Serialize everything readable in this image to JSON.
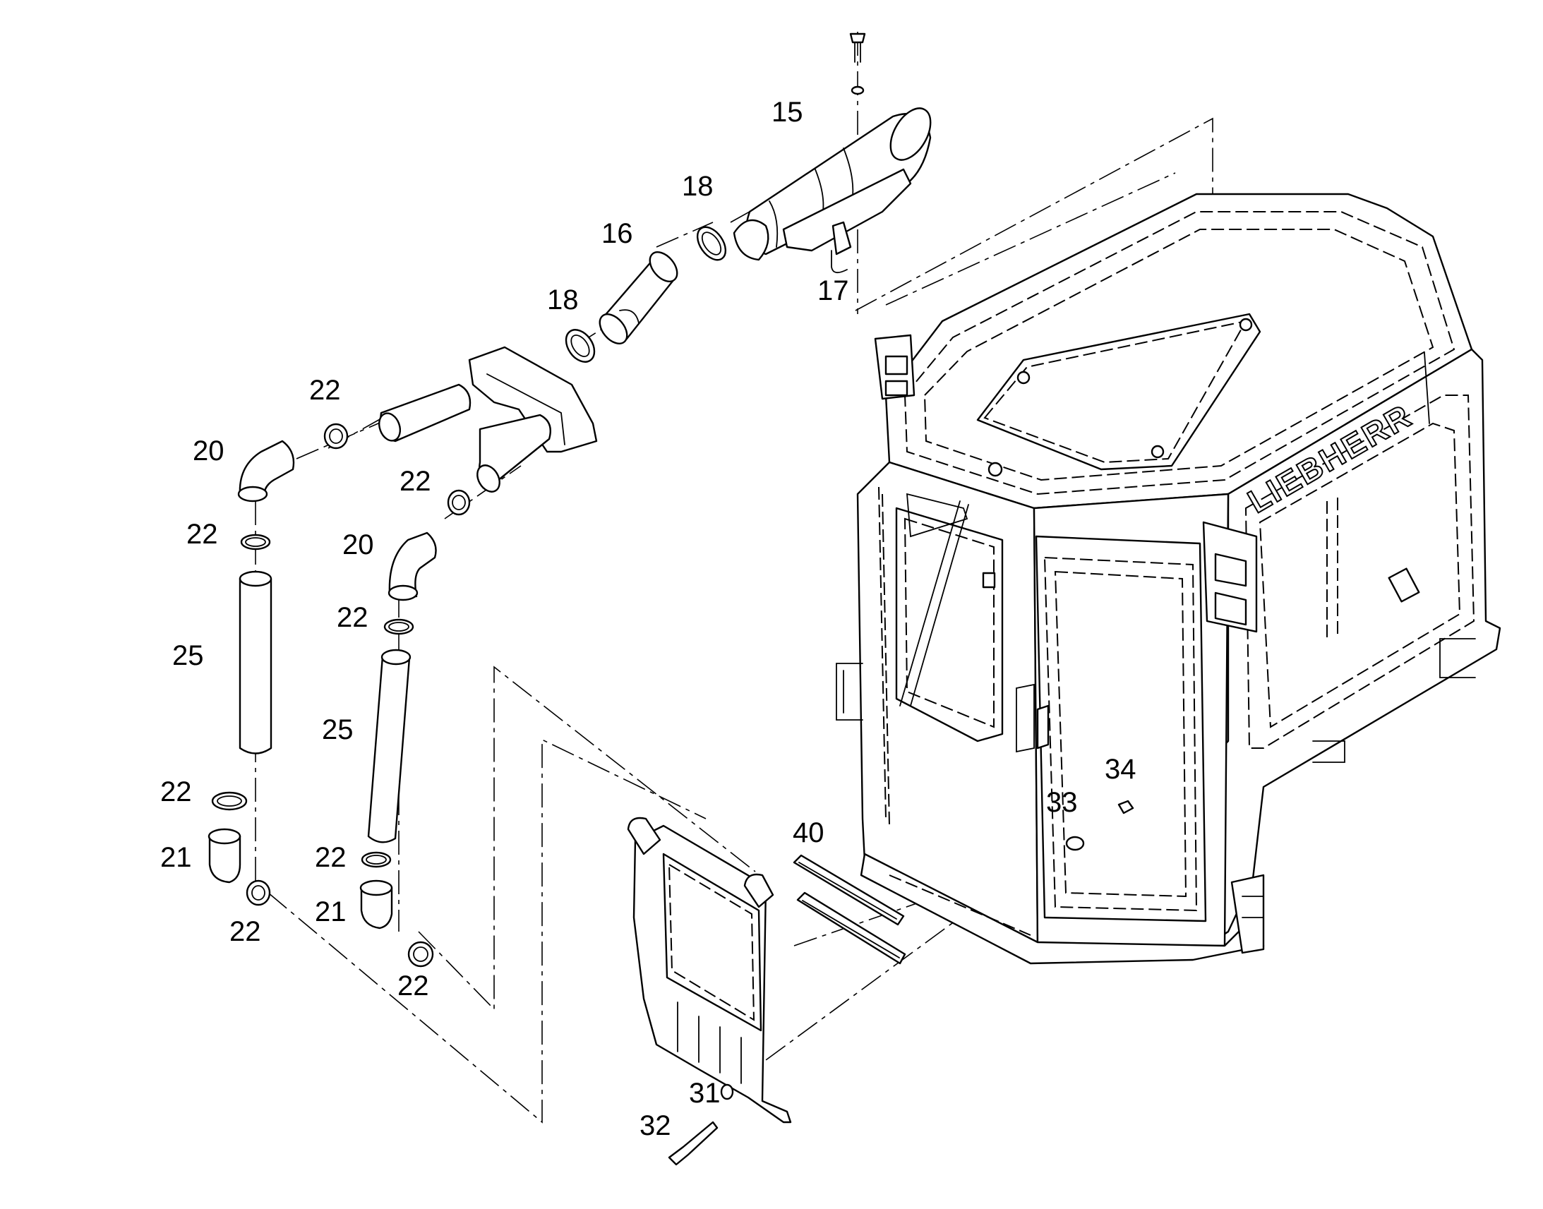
{
  "diagram": {
    "brand_text": "LIEBHERR",
    "callouts": [
      {
        "id": "c15",
        "text": "15"
      },
      {
        "id": "c18a",
        "text": "18"
      },
      {
        "id": "c16",
        "text": "16"
      },
      {
        "id": "c18b",
        "text": "18"
      },
      {
        "id": "c17",
        "text": "17"
      },
      {
        "id": "c22a",
        "text": "22"
      },
      {
        "id": "c20a",
        "text": "20"
      },
      {
        "id": "c22b",
        "text": "22"
      },
      {
        "id": "c22c",
        "text": "22"
      },
      {
        "id": "c20b",
        "text": "20"
      },
      {
        "id": "c22d",
        "text": "22"
      },
      {
        "id": "c25a",
        "text": "25"
      },
      {
        "id": "c25b",
        "text": "25"
      },
      {
        "id": "c22e",
        "text": "22"
      },
      {
        "id": "c21a",
        "text": "21"
      },
      {
        "id": "c22f",
        "text": "22"
      },
      {
        "id": "c22g",
        "text": "22"
      },
      {
        "id": "c21b",
        "text": "21"
      },
      {
        "id": "c22h",
        "text": "22"
      },
      {
        "id": "c40",
        "text": "40"
      },
      {
        "id": "c33",
        "text": "33"
      },
      {
        "id": "c34",
        "text": "34"
      },
      {
        "id": "c31",
        "text": "31"
      },
      {
        "id": "c32",
        "text": "32"
      }
    ]
  }
}
